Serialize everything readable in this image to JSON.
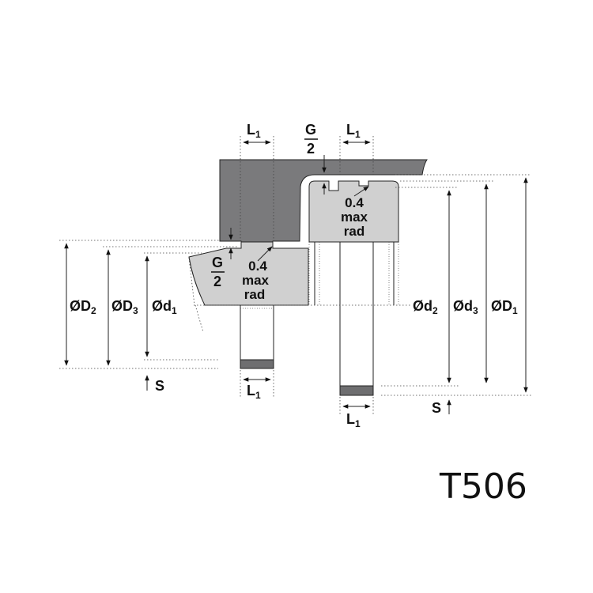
{
  "colors": {
    "housing": "#7a7a7c",
    "seal": "#d0d0d0",
    "seal_face": "#6e6e70",
    "line": "#222222"
  },
  "labels": {
    "diameter_symbol": "Ø",
    "D": "D",
    "d": "d",
    "sub_1": "1",
    "sub_2": "2",
    "sub_3": "3",
    "L": "L",
    "G": "G",
    "two": "2",
    "S": "S",
    "radius_line1": "0.4",
    "radius_line2": "max",
    "radius_line3": "rad"
  },
  "product_code": "T506"
}
